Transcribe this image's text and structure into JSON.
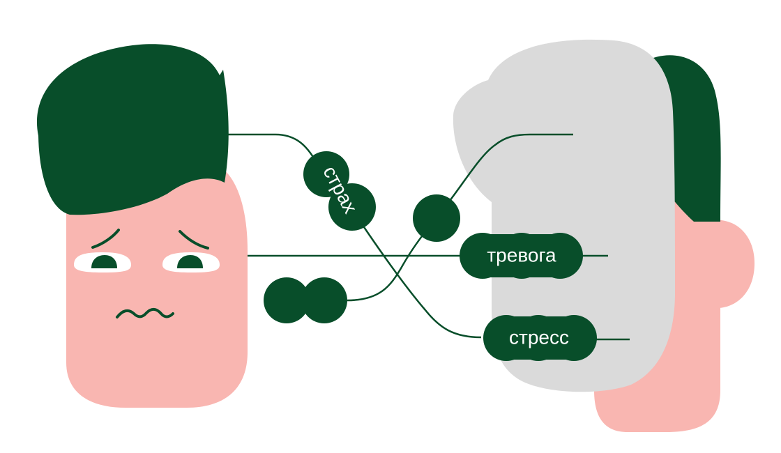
{
  "labels": {
    "fear": "страх",
    "anxiety": "тревога",
    "stress": "стресс"
  },
  "colors": {
    "background": "#ffffff",
    "dark_green": "#084e2a",
    "skin_pink": "#f9b6b1",
    "gray_hair": "#dadada",
    "eye_white": "#ffffff"
  },
  "characters": [
    {
      "name": "worried-person",
      "side": "left",
      "hair_color": "dark green",
      "expression": "worried"
    },
    {
      "name": "calm-person",
      "side": "right",
      "hair_color": "dark green and gray"
    }
  ]
}
